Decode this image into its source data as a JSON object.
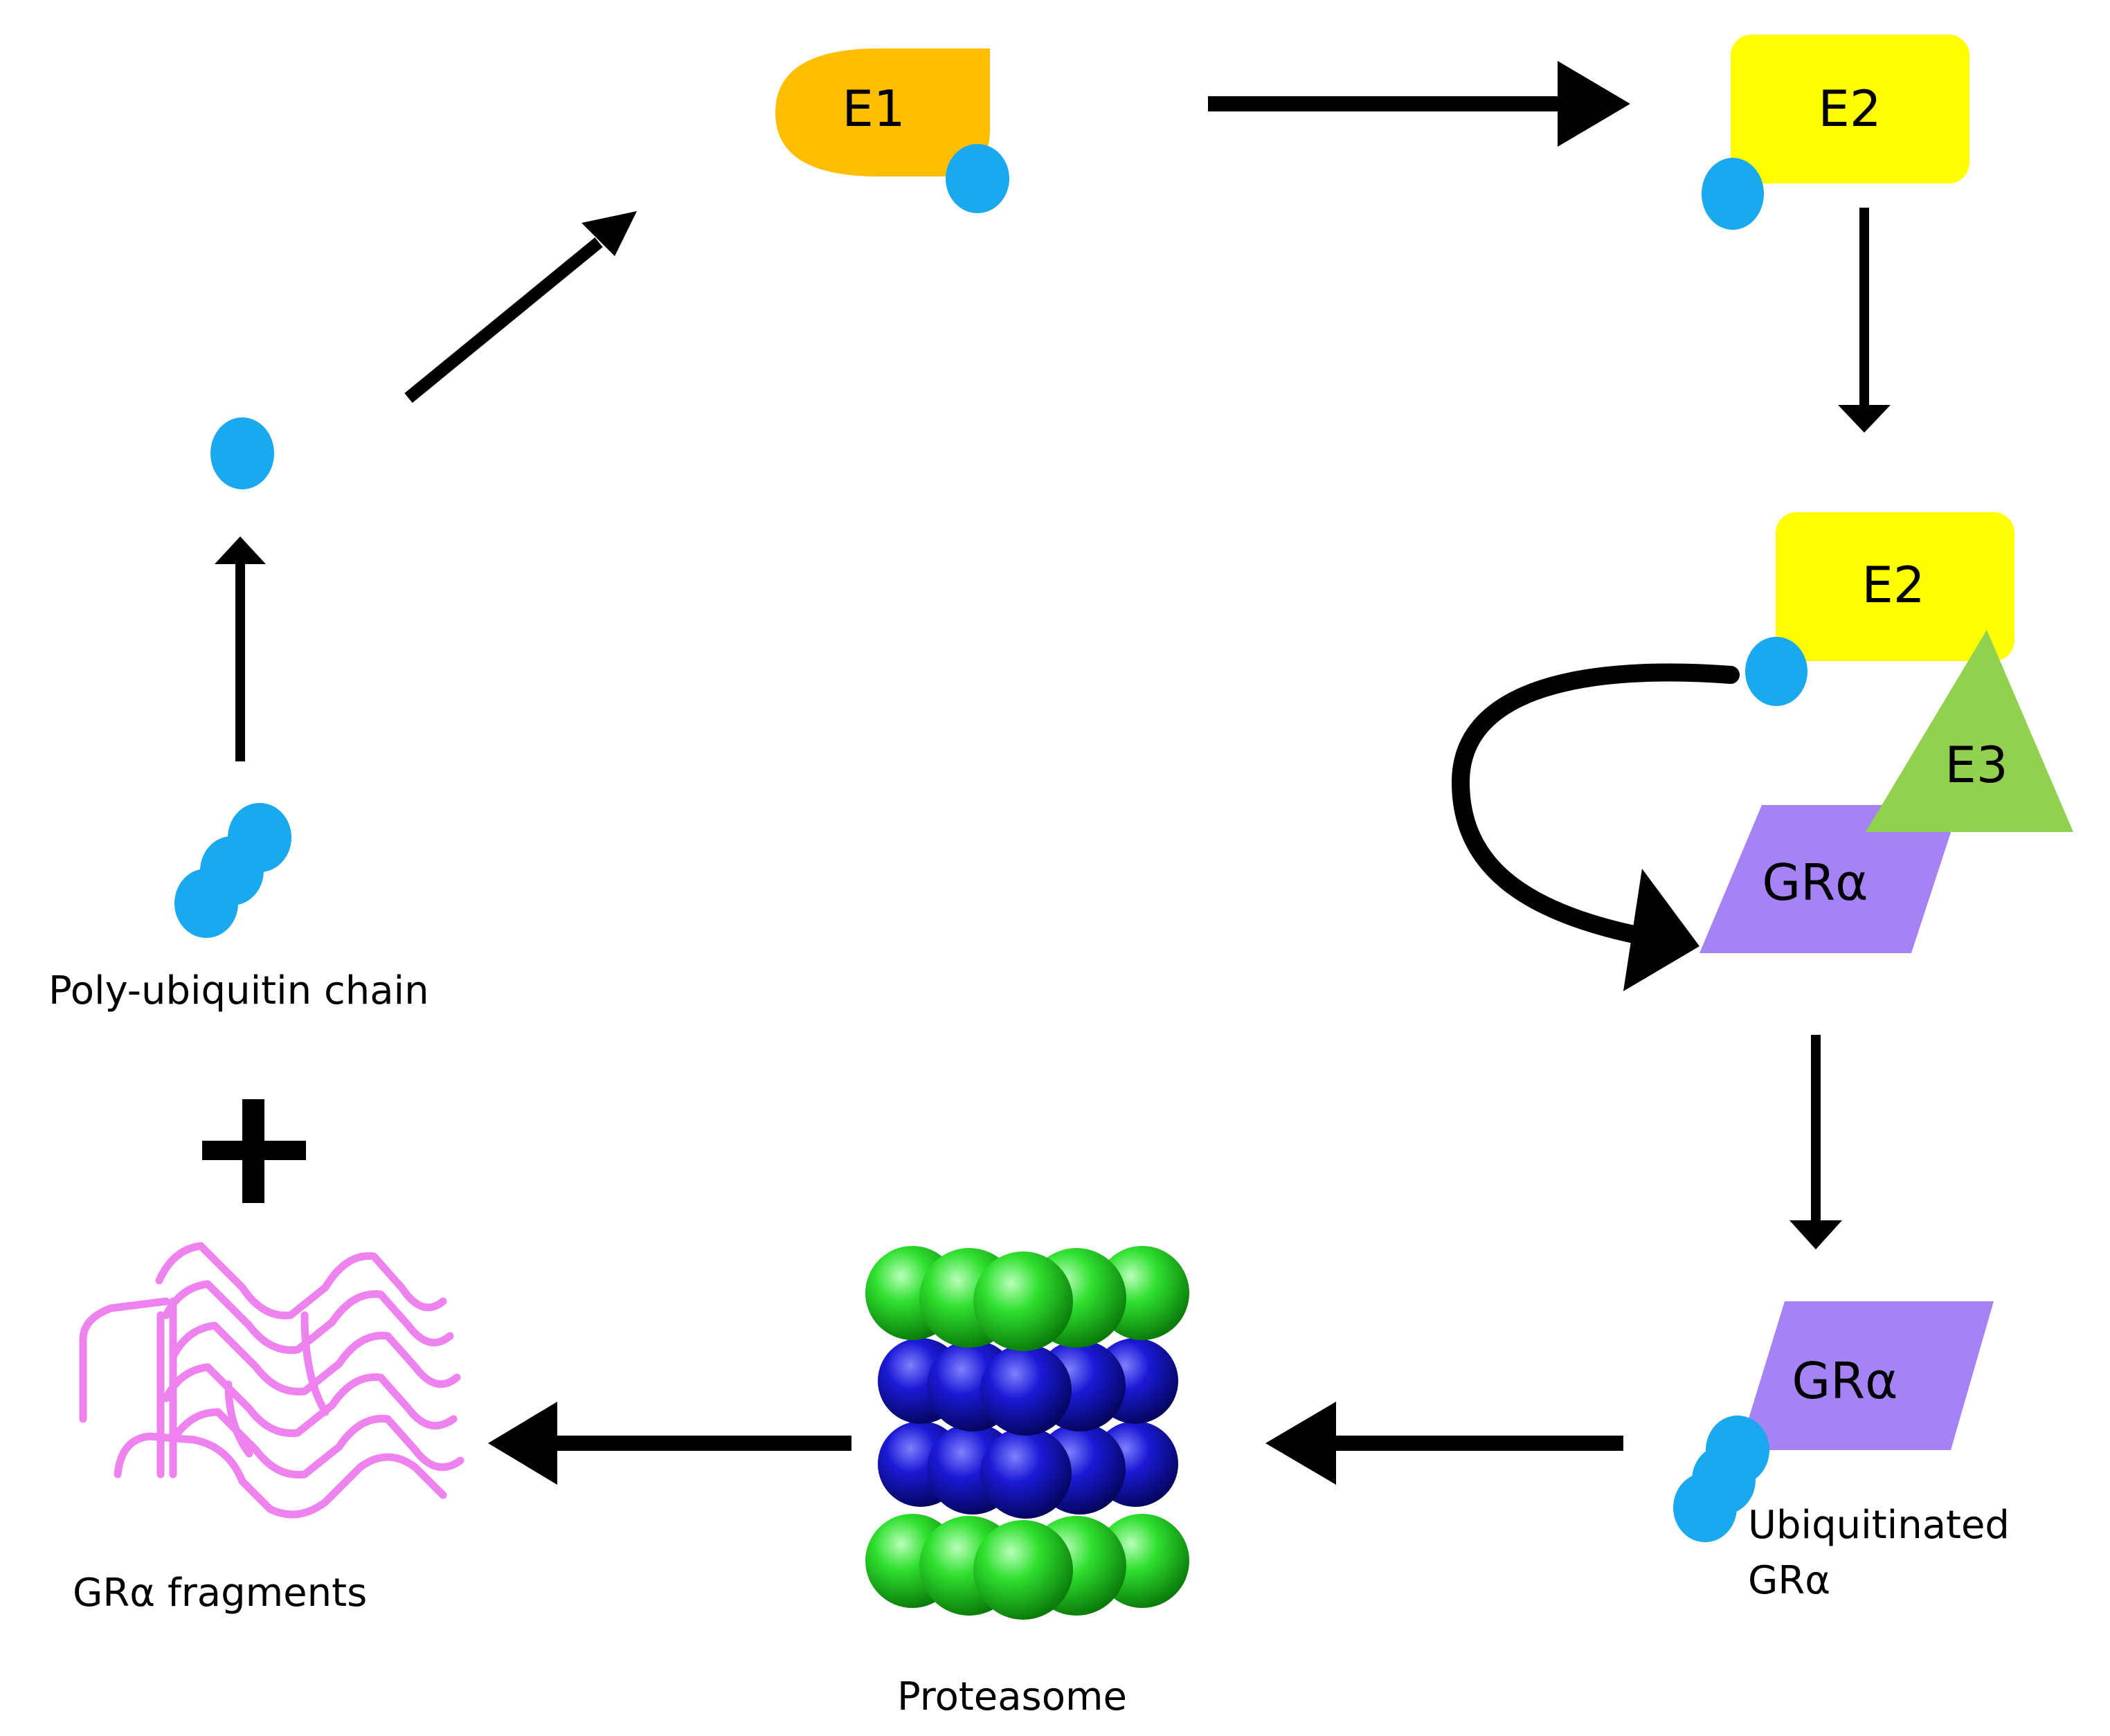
{
  "labels": {
    "e1": "E1",
    "e2_top": "E2",
    "e2_complex": "E2",
    "e3": "E3",
    "gr_complex": "GRα",
    "gr_ubiquitinated": "GRα",
    "poly_ubiquitin": "Poly-ubiquitin chain",
    "ubiquitinated_line1": "Ubiquitinated",
    "ubiquitinated_line2": "GRα",
    "proteasome": "Proteasome",
    "fragments": "GRα fragments"
  },
  "colors": {
    "e1": "#FFBF00",
    "e2": "#FFFF00",
    "e3": "#92D050",
    "gr": "#A582F5",
    "ubiquitin": "#1AA8EE",
    "proteasome_outer": "#22D422",
    "proteasome_inner": "#1414C8",
    "fragments": "#EE82EE",
    "arrow": "#000000"
  },
  "icons": {
    "plus": "plus-icon"
  }
}
